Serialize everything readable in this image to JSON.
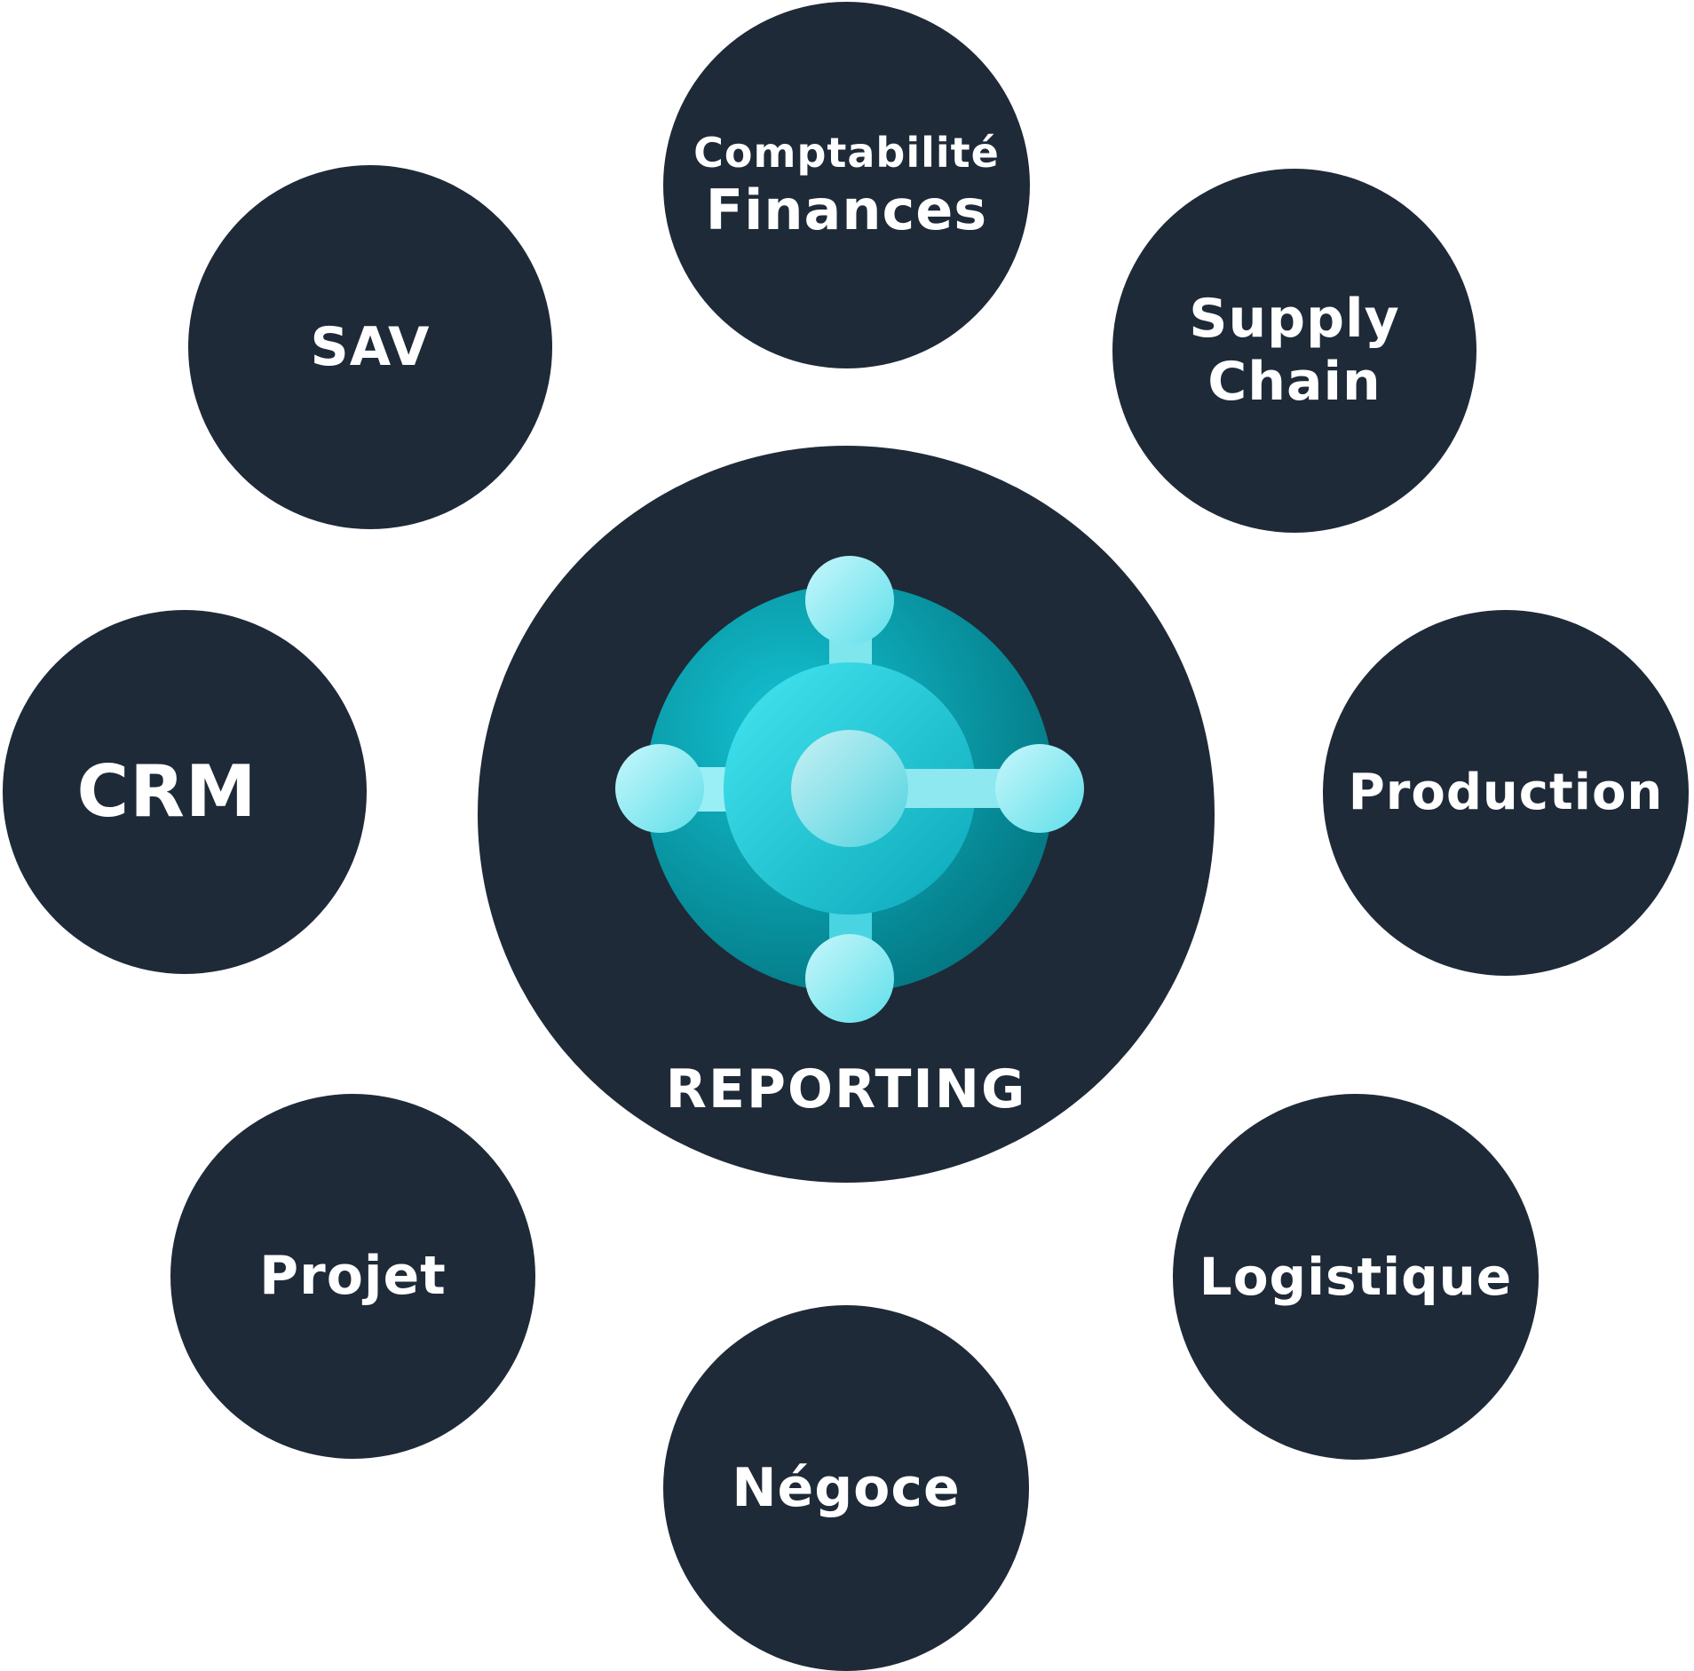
{
  "colors": {
    "circle": "#1e2a38",
    "text": "#ffffff",
    "icon_dark": "#02747f",
    "icon_mid": "#14c3d4",
    "icon_light": "#a9f1f7"
  },
  "center": {
    "label": "REPORTING",
    "icon": "business-central-logo-icon"
  },
  "nodes": {
    "finances": {
      "line1": "Comptabilité",
      "line2": "Finances"
    },
    "supply_chain": {
      "line1": "Supply",
      "line2": "Chain"
    },
    "production": {
      "label": "Production"
    },
    "logistique": {
      "label": "Logistique"
    },
    "negoce": {
      "label": "Négoce"
    },
    "projet": {
      "label": "Projet"
    },
    "crm": {
      "label": "CRM"
    },
    "sav": {
      "label": "SAV"
    }
  }
}
